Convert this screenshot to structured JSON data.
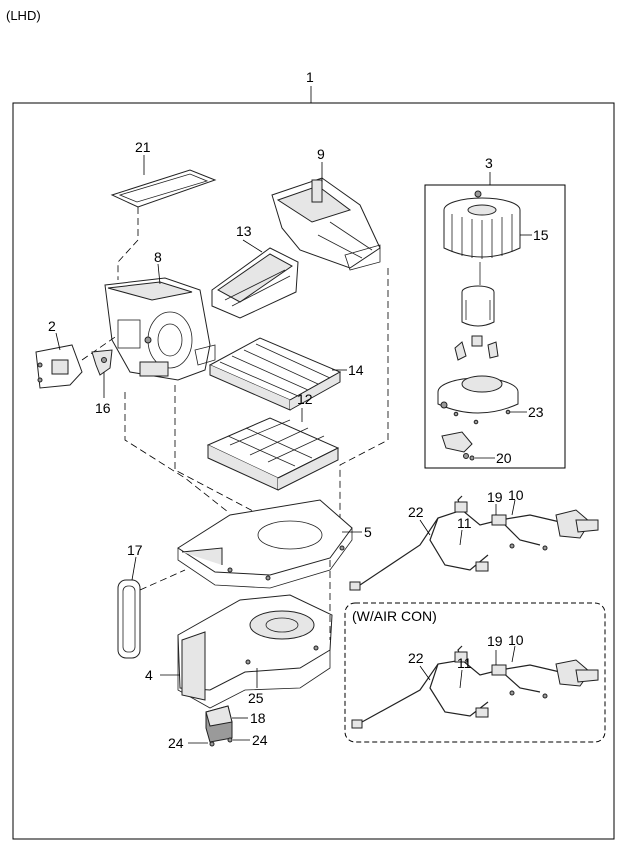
{
  "header": {
    "variant_label": "(LHD)"
  },
  "callouts": {
    "c1": "1",
    "c2": "2",
    "c3": "3",
    "c4": "4",
    "c5": "5",
    "c8": "8",
    "c9": "9",
    "c10a": "10",
    "c10b": "10",
    "c11a": "11",
    "c11b": "11",
    "c12": "12",
    "c13": "13",
    "c14": "14",
    "c15": "15",
    "c16": "16",
    "c17": "17",
    "c18": "18",
    "c19a": "19",
    "c19b": "19",
    "c20": "20",
    "c21": "21",
    "c22a": "22",
    "c22b": "22",
    "c23": "23",
    "c24a": "24",
    "c24b": "24",
    "c25": "25"
  },
  "aircon_box": {
    "label": "(W/AIR CON)"
  }
}
